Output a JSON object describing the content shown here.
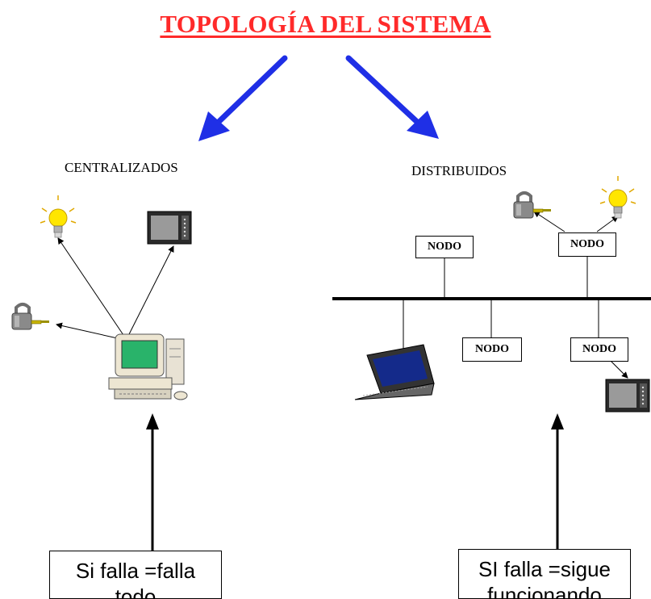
{
  "title": "TOPOLOGÍA DEL SISTEMA",
  "left": {
    "label": "CENTRALIZADOS",
    "callout": {
      "line1": "Si falla =falla",
      "line2": "todo"
    }
  },
  "right": {
    "label": "DISTRIBUIDOS",
    "node_label": "NODO",
    "callout": {
      "line1": "SI falla =sigue",
      "line2": "funcionando"
    }
  },
  "colors": {
    "title": "#ff2a2a",
    "arrow": "#1f2fe6"
  },
  "icons": [
    "light-bulb-icon",
    "lock-icon",
    "monitor-icon",
    "desktop-computer-icon",
    "laptop-icon"
  ]
}
